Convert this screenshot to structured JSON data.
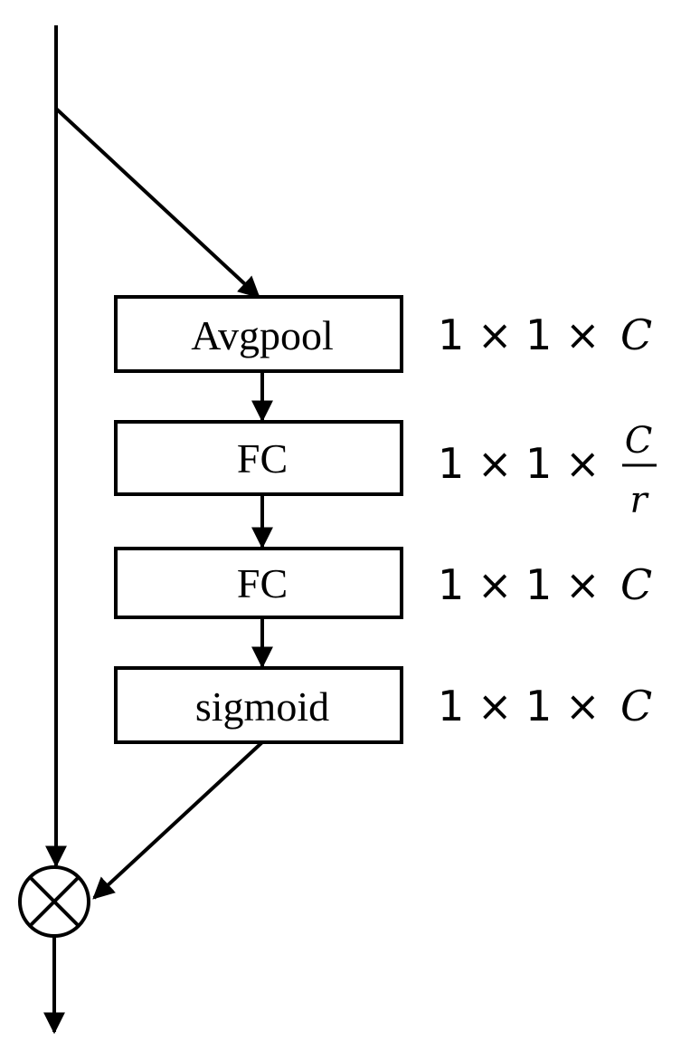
{
  "blocks": [
    {
      "label": "Avgpool"
    },
    {
      "label": "FC"
    },
    {
      "label": "FC"
    },
    {
      "label": "sigmoid"
    }
  ],
  "dims": {
    "prefix": "1 × 1 ×",
    "var": "C",
    "numerator": "C",
    "denominator": "r"
  },
  "multiply_symbol": "⊗"
}
